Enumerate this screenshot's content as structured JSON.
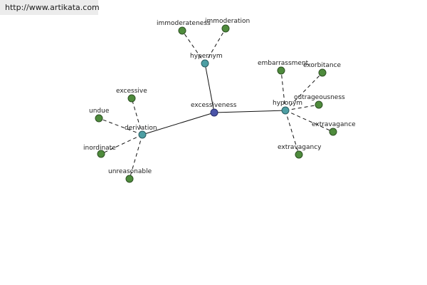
{
  "url": "http://www.artikata.com",
  "graph": {
    "center": "excessiveness",
    "relations": {
      "hypernym": "hypernym",
      "hyponym": "hyponym",
      "derivation": "derivation"
    },
    "words": {
      "immoderateness": "immoderateness",
      "immoderation": "immoderation",
      "embarrassment": "embarrassment",
      "exorbitance": "exorbitance",
      "outrageousness": "outrageousness",
      "extravagance": "extravagance",
      "extravagancy": "extravagancy",
      "excessive": "excessive",
      "undue": "undue",
      "inordinate": "inordinate",
      "unreasonable": "unreasonable"
    }
  }
}
